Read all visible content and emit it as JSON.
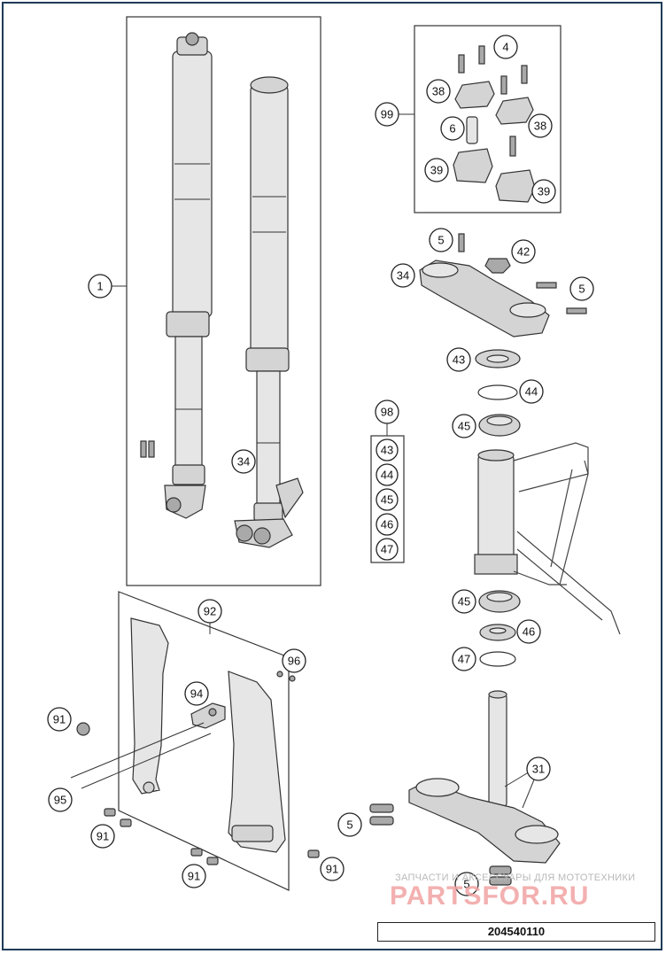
{
  "callouts": {
    "c1": "1",
    "c34a": "34",
    "c99": "99",
    "c4": "4",
    "c38a": "38",
    "c38b": "38",
    "c6": "6",
    "c39a": "39",
    "c39b": "39",
    "c5a": "5",
    "c42": "42",
    "c34b": "34",
    "c5b": "5",
    "c43a": "43",
    "c44a": "44",
    "c45a": "45",
    "c98": "98",
    "c43b": "43",
    "c44b": "44",
    "c45b": "45",
    "c46b": "46",
    "c47b": "47",
    "c45c": "45",
    "c46c": "46",
    "c47c": "47",
    "c92": "92",
    "c96": "96",
    "c94": "94",
    "c91a": "91",
    "c95": "95",
    "c91b": "91",
    "c91c": "91",
    "c91d": "91",
    "c31": "31",
    "c5c": "5",
    "c5d": "5"
  },
  "watermark": {
    "subtitle": "ЗАПЧАСТИ И АКСЕССУАРЫ ДЛЯ МОТОТЕХНИКИ",
    "brand": "PARTSFOR.RU"
  },
  "diagram_id": "204540110"
}
